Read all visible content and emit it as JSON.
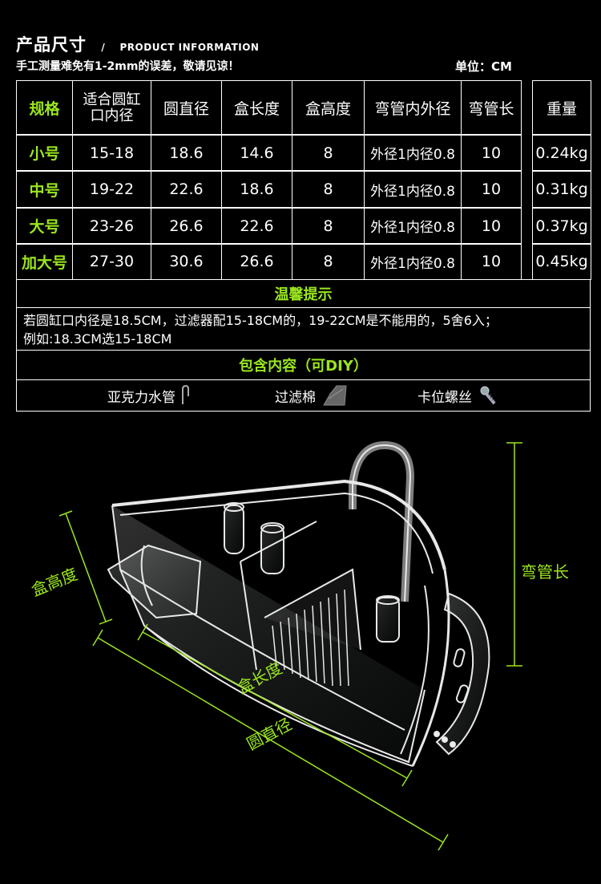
{
  "header": {
    "title": "产品尺寸",
    "slash": "/",
    "subtitle": "PRODUCT INFORMATION",
    "note": "手工测量难免有1-2mm的误差，敬请见谅！",
    "unit": "单位：CM"
  },
  "table": {
    "headers": [
      "规格",
      "适合圆缸口内径",
      "圆直径",
      "盒长度",
      "盒高度",
      "弯管内外径",
      "弯管长",
      "重量"
    ],
    "rows": [
      {
        "label": "小号",
        "cells": [
          "15-18",
          "18.6",
          "14.6",
          "8",
          "外径1内径0.8",
          "10",
          "0.24kg"
        ]
      },
      {
        "label": "中号",
        "cells": [
          "19-22",
          "22.6",
          "18.6",
          "8",
          "外径1内径0.8",
          "10",
          "0.31kg"
        ]
      },
      {
        "label": "大号",
        "cells": [
          "23-26",
          "26.6",
          "22.6",
          "8",
          "外径1内径0.8",
          "10",
          "0.37kg"
        ]
      },
      {
        "label": "加大号",
        "cells": [
          "27-30",
          "30.6",
          "26.6",
          "8",
          "外径1内径0.8",
          "10",
          "0.45kg"
        ]
      }
    ]
  },
  "tips": {
    "title": "温馨提示",
    "line1": "若圆缸口内径是18.5CM，过滤器配15-18CM的，19-22CM是不能用的，5舍6入；",
    "line2": "例如:18.3CM选15-18CM"
  },
  "contents": {
    "title": "包含内容（可DIY）",
    "items": [
      "亚克力水管",
      "过滤棉",
      "卡位螺丝"
    ]
  },
  "dimensions": {
    "box_height": "盒高度",
    "box_length": "盒长度",
    "circle_diameter": "圆直径",
    "pipe_length": "弯管长"
  },
  "colors": {
    "accent": "#9be61e",
    "background": "#000000",
    "line": "#ffffff"
  }
}
